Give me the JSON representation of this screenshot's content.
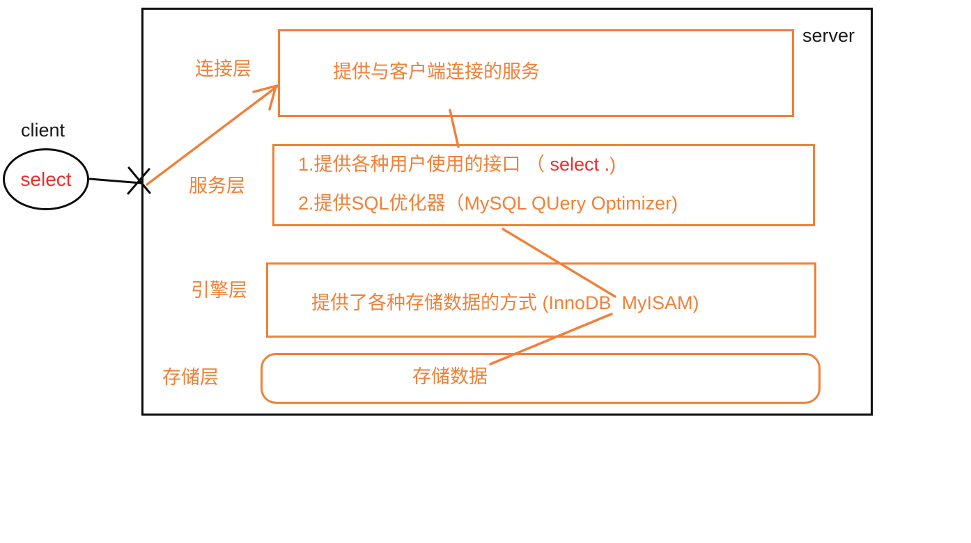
{
  "diagram": {
    "title_context": "MySQL server architecture sketch",
    "client": {
      "label": "client",
      "query": "select"
    },
    "server": {
      "label": "server"
    },
    "layers": {
      "connection": {
        "label": "连接层",
        "content": "提供与客户端连接的服务"
      },
      "service": {
        "label": "服务层",
        "line1_prefix": "1.提供各种用户使用的接口 （ ",
        "line1_highlight": "select .",
        "line1_suffix": ")",
        "line2": "2.提供SQL优化器（MySQL QUery Optimizer)"
      },
      "engine": {
        "label": "引擎层",
        "content": "提供了各种存储数据的方式 (InnoDB  MyISAM)"
      },
      "storage": {
        "label": "存储层",
        "content": "存储数据"
      }
    },
    "colors": {
      "orange": "#f08038",
      "red": "#f02b2b",
      "black": "#0d0d0d"
    }
  }
}
